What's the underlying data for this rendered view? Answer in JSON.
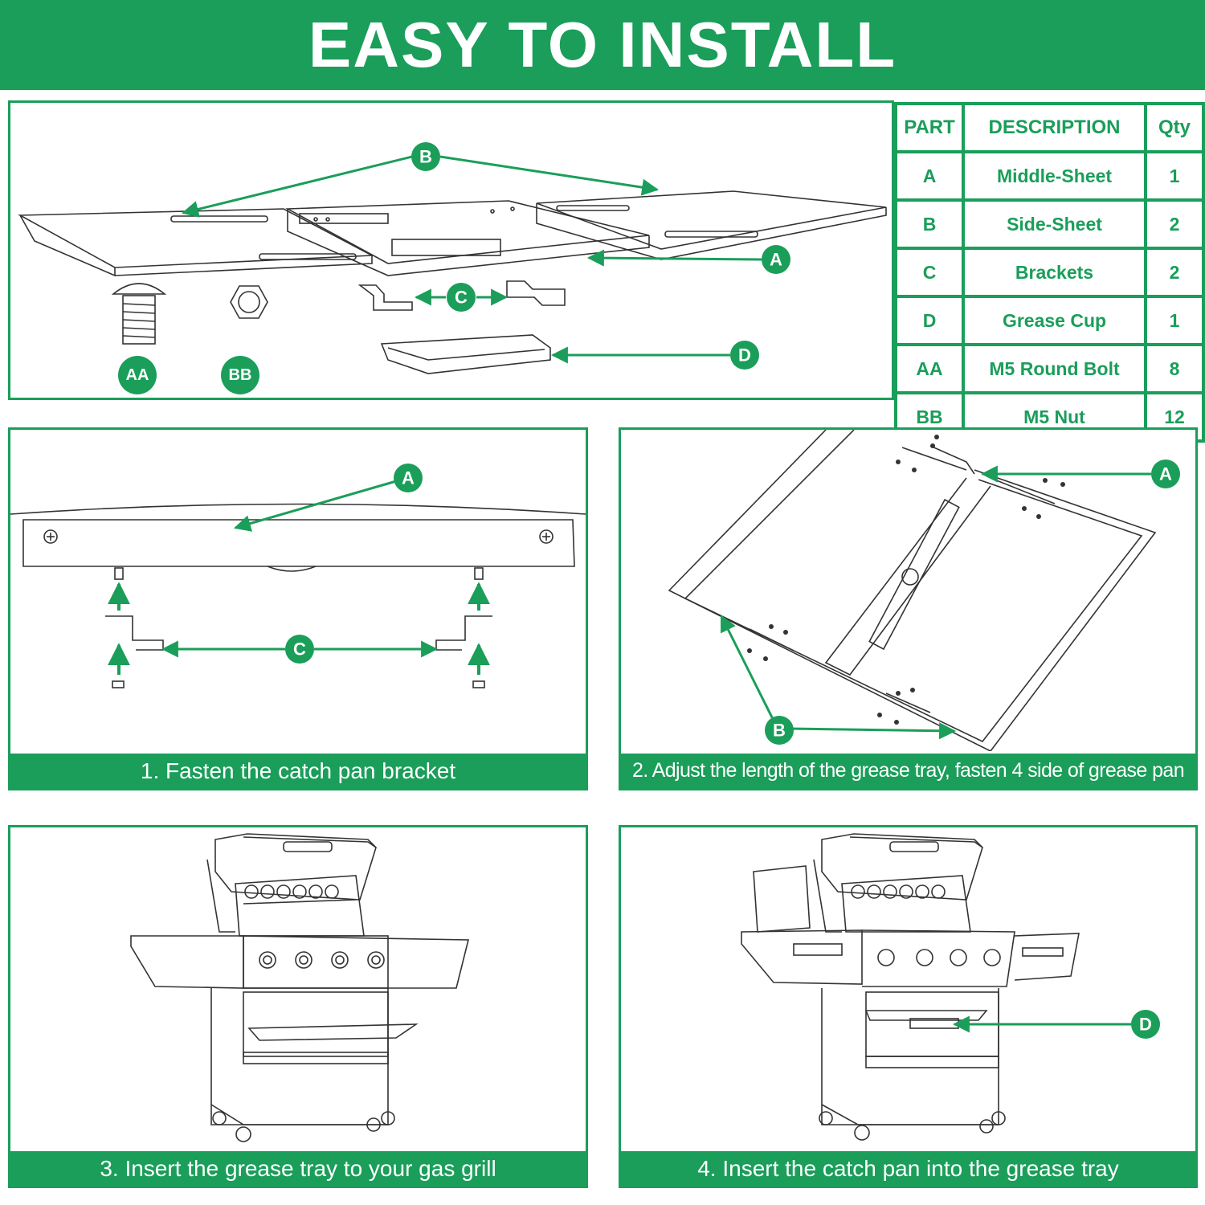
{
  "banner": {
    "title": "EASY TO INSTALL"
  },
  "parts_table": {
    "headers": [
      "PART",
      "DESCRIPTION",
      "Qty"
    ],
    "rows": [
      [
        "A",
        "Middle-Sheet",
        "1"
      ],
      [
        "B",
        "Side-Sheet",
        "2"
      ],
      [
        "C",
        "Brackets",
        "2"
      ],
      [
        "D",
        "Grease Cup",
        "1"
      ],
      [
        "AA",
        "M5 Round Bolt",
        "8"
      ],
      [
        "BB",
        "M5 Nut",
        "12"
      ]
    ]
  },
  "labels": {
    "a": "A",
    "b": "B",
    "c": "C",
    "d": "D",
    "aa": "AA",
    "bb": "BB"
  },
  "steps": [
    {
      "caption": "1. Fasten the catch pan bracket"
    },
    {
      "caption": "2. Adjust the length of the grease tray, fasten 4 side of grease pan"
    },
    {
      "caption": "3. Insert the grease tray to your gas grill"
    },
    {
      "caption": "4. Insert the catch pan into the grease tray"
    }
  ],
  "colors": {
    "accent": "#1a9e5a",
    "line": "#333333"
  }
}
